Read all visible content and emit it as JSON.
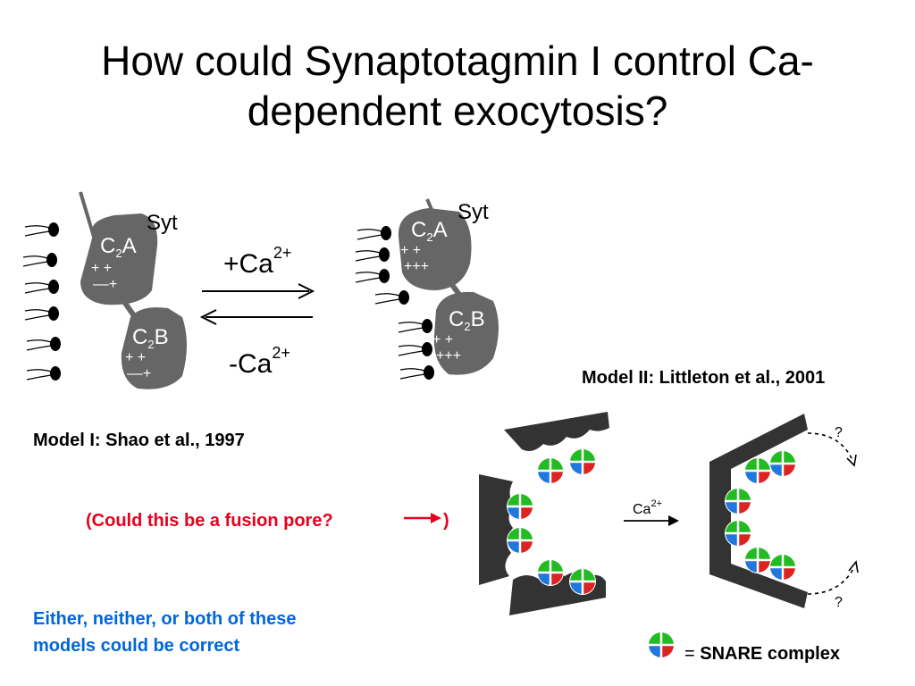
{
  "title": "How could Synaptotagmin I control Ca-dependent exocytosis?",
  "figure1": {
    "syt_label_left": "Syt",
    "syt_label_right": "Syt",
    "c2a_main": "C",
    "c2a_sub": "2",
    "c2a_end": "A",
    "c2b_main": "C",
    "c2b_sub": "2",
    "c2b_end": "B",
    "forward_label": "+Ca",
    "reverse_label": "-Ca",
    "ion_charge": "2+",
    "charge_plus": "+",
    "charge_minus": "–"
  },
  "figure2": {
    "ca_label": "Ca",
    "ca_charge": "2+",
    "question": "?"
  },
  "labels": {
    "model1": "Model I: Shao et al., 1997",
    "model2": "Model II: Littleton et al., 2001",
    "fusion_pore": "(Could this be a fusion pore?",
    "fusion_pore_close": ")",
    "conclusion_line1": "Either, neither, or both of these",
    "conclusion_line2": "models could be correct",
    "snare_eq": "= ",
    "snare_text": "SNARE complex"
  },
  "colors": {
    "red_text": "#e8001c",
    "blue_text": "#0066dd",
    "domain_gray": "#666666",
    "snare_green": "#22bb22",
    "snare_blue": "#2277dd",
    "snare_red": "#dd2222"
  }
}
